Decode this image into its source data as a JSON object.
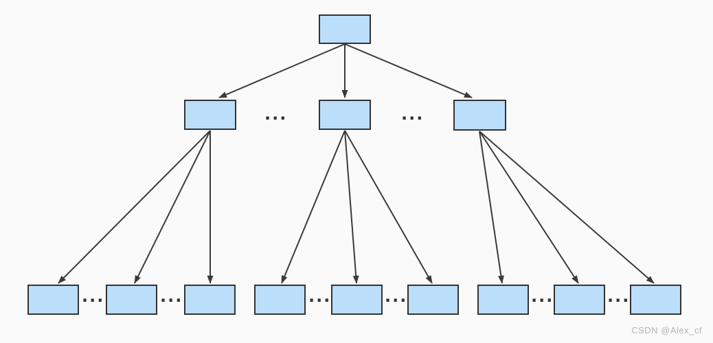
{
  "diagram": {
    "type": "tree",
    "description": "Three-level tree of empty light-blue rectangular nodes: 1 root, 3 internal nodes, 9 leaf nodes in three groups of three; ellipses indicate omitted siblings",
    "ellipsis": "...",
    "colors": {
      "background": "#FAFAFA",
      "node_fill": "#BBDEFB",
      "node_border": "#333333",
      "arrow": "#3A3A3A",
      "ellipsis_dots": "#333333",
      "watermark_text": "#B3B3B3"
    },
    "levels": {
      "root_count": 1,
      "internal_count": 3,
      "leaf_count": 9
    },
    "edges": [
      "root->internal-1",
      "root->internal-2",
      "root->internal-3",
      "internal-1->leaf-1",
      "internal-1->leaf-2",
      "internal-1->leaf-3",
      "internal-2->leaf-4",
      "internal-2->leaf-5",
      "internal-2->leaf-6",
      "internal-3->leaf-7",
      "internal-3->leaf-8",
      "internal-3->leaf-9"
    ]
  },
  "watermark": {
    "text": "CSDN @Alex_cf"
  }
}
